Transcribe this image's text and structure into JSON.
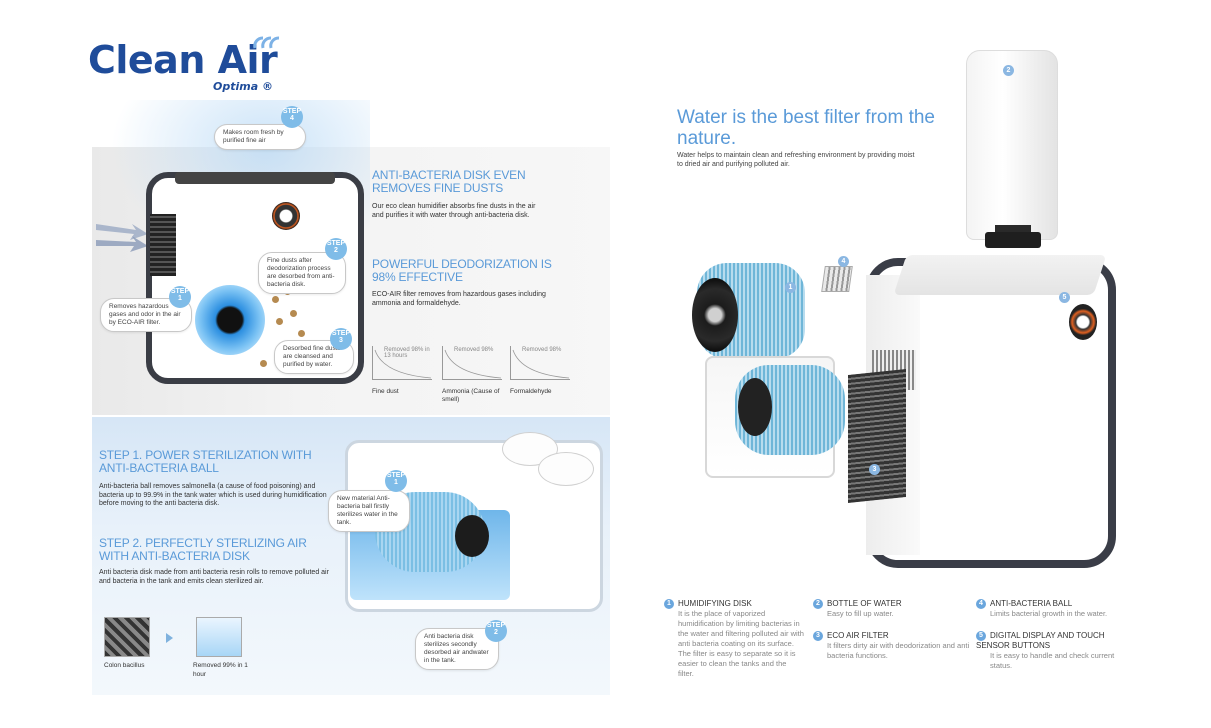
{
  "logo": {
    "name": "Clean Air",
    "sub": "Optima ®"
  },
  "top_left": {
    "step4": {
      "tag": "STEP",
      "num": "4",
      "text": "Makes room fresh by purified fine air"
    },
    "step2": {
      "tag": "STEP",
      "num": "2",
      "text": "Fine dusts after deodorization process are desorbed from anti-bacteria disk."
    },
    "step1": {
      "tag": "STEP",
      "num": "1",
      "text": "Removes hazardous gases and odor in the air by ECO-AIR filter."
    },
    "step3": {
      "tag": "STEP",
      "num": "3",
      "text": "Desorbed fine dusts are cleansed and purified by water."
    },
    "heading1": "ANTI-BACTERIA DISK EVEN REMOVES FINE DUSTS",
    "text1": "Our eco clean humidifier absorbs fine dusts in the air and purifies it with water through anti-bacteria disk.",
    "heading2": "POWERFUL DEODORIZATION IS 98% EFFECTIVE",
    "text2": "ECO-AIR filter removes from hazardous gases including ammonia and formaldehyde.",
    "charts": [
      {
        "label": "Removed 98% in 13 hours",
        "caption": "Fine dust"
      },
      {
        "label": "Removed 98%",
        "caption": "Ammonia (Cause of smell)"
      },
      {
        "label": "Removed 98%",
        "caption": "Formaldehyde"
      }
    ]
  },
  "bottom_left": {
    "heading1": "STEP 1. POWER STERILIZATION WITH ANTI-BACTERIA BALL",
    "text1": "Anti-bacteria ball removes salmonella (a cause of food poisoning) and bacteria up to 99.9% in the tank water which is used during humidification before moving to the anti bacteria disk.",
    "heading2": "STEP 2. PERFECTLY STERLIZING AIR WITH ANTI-BACTERIA DISK",
    "text2": "Anti bacteria disk made from anti bacteria resin rolls to remove polluted air and bacteria in the tank and emits clean sterilized air.",
    "micro1": "Colon bacillus",
    "micro2": "Removed 99% in 1 hour",
    "stepA": {
      "tag": "STEP",
      "num": "1",
      "text": "New material Anti-bacteria ball firstly sterilizes water in the tank."
    },
    "stepB": {
      "tag": "STEP",
      "num": "2",
      "text": "Anti bacteria disk sterilizes secondly desorbed air andwater in the tank."
    }
  },
  "right": {
    "title": "Water is the best filter from the nature.",
    "subtitle": "Water helps to maintain clean and refreshing environment by providing moist to dried air and purifying polluted air.",
    "dots": [
      "1",
      "2",
      "3",
      "4",
      "5"
    ],
    "features": [
      {
        "num": "1",
        "title": "HUMIDIFYING DISK",
        "text": "It is the place of vaporized humidification by limiting bacterias in the water and filtering polluted air with anti bacteria coating on its surface. The filter is easy to separate so it is easier to clean the tanks and the filter."
      },
      {
        "num": "2",
        "title": "BOTTLE OF WATER",
        "text": "Easy to fill up water."
      },
      {
        "num": "3",
        "title": "ECO AIR FILTER",
        "text": "It filters dirty air with deodorization and anti bacteria functions."
      },
      {
        "num": "4",
        "title": "ANTI-BACTERIA BALL",
        "text": "Limits bacterial growth in the water."
      },
      {
        "num": "5",
        "title": "DIGITAL DISPLAY AND TOUCH SENSOR BUTTONS",
        "text": "It is easy to handle and check current status."
      }
    ]
  }
}
